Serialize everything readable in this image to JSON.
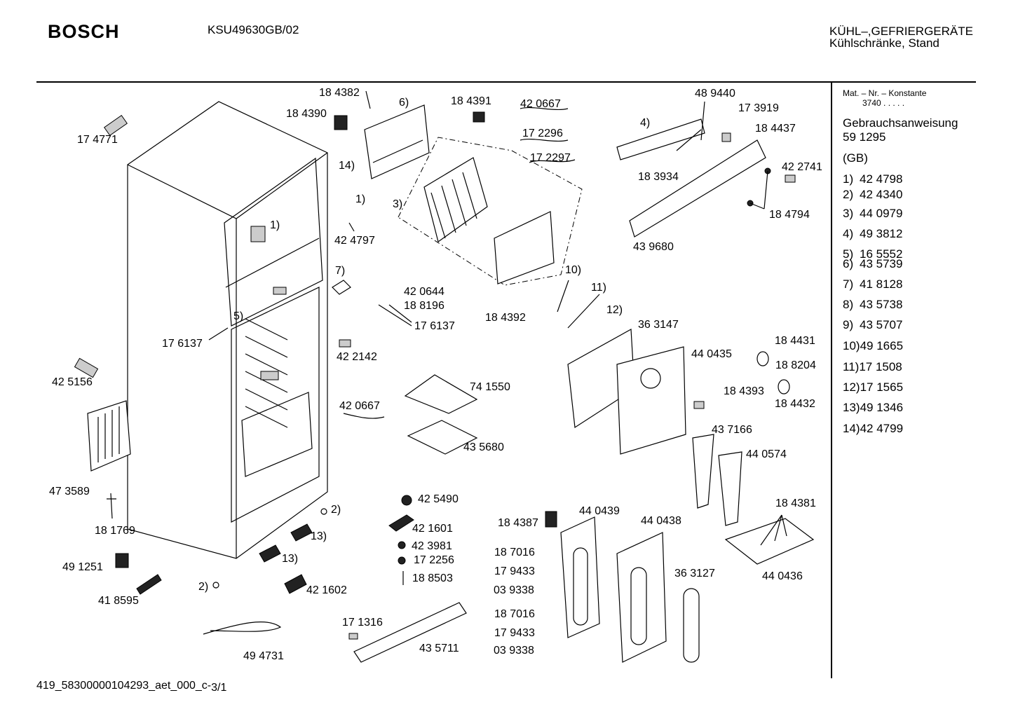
{
  "header": {
    "brand": "BOSCH",
    "model": "KSU49630GB/02",
    "category_line1": "KÜHL–,GEFRIERGERÄTE",
    "category_line2": "Kühlschränke, Stand"
  },
  "footer": {
    "doc_code": "419_58300000104293_aet_000_c-",
    "page": "3/1"
  },
  "sidebar": {
    "mat_title": "Mat. – Nr. – Konstante",
    "mat_value": "3740  .  .  .  .  .",
    "manual_label": "Gebrauchsanweisung",
    "manual_number": "59 1295",
    "language": "(GB)",
    "index": [
      {
        "key": "1)",
        "part": "42 4798"
      },
      {
        "key": "2)",
        "part": "42 4340"
      },
      {
        "key": "3)",
        "part": "44 0979"
      },
      {
        "key": "4)",
        "part": "49 3812"
      },
      {
        "key": "5)",
        "part": "16 5552"
      },
      {
        "key": "6)",
        "part": "43 5739"
      },
      {
        "key": "7)",
        "part": "41 8128"
      },
      {
        "key": "8)",
        "part": "43 5738"
      },
      {
        "key": "9)",
        "part": "43 5707"
      },
      {
        "key": "10)",
        "part": "49 1665"
      },
      {
        "key": "11)",
        "part": "17 1508"
      },
      {
        "key": "12)",
        "part": "17 1565"
      },
      {
        "key": "13)",
        "part": "49 1346"
      },
      {
        "key": "14)",
        "part": "42 4799"
      }
    ]
  },
  "callouts": [
    "18 4382",
    "6)",
    "18 4391",
    "42 0667",
    "48 9440",
    "17 3919",
    "18 4390",
    "17 2296",
    "4)",
    "18 4437",
    "17 4771",
    "17 2297",
    "14)",
    "42 2741",
    "3)",
    "18 3934",
    "1)",
    "18 4794",
    "1)",
    "42 4797",
    "43 9680",
    "10)",
    "7)",
    "42 0644",
    "11)",
    "18 8196",
    "12)",
    "18 4392",
    "5)",
    "36 3147",
    "17 6137",
    "17 6137",
    "18 4431",
    "42 2142",
    "44 0435",
    "18 8204",
    "42 5156",
    "74 1550",
    "18 4393",
    "18 4432",
    "42 0667",
    "43 7166",
    "43 5680",
    "44 0574",
    "47 3589",
    "42 5490",
    "18 4381",
    "2)",
    "44 0439",
    "44 0438",
    "18 1769",
    "42 1601",
    "18 4387",
    "13)",
    "42 3981",
    "18 7016",
    "49 1251",
    "13)",
    "17 2256",
    "17 9433",
    "18 8503",
    "44 0436",
    "03 9338",
    "36 3127",
    "2)",
    "42 1602",
    "41 8595",
    "18 7016",
    "17 1316",
    "17 9433",
    "43 5711",
    "03 9338",
    "49 4731"
  ]
}
